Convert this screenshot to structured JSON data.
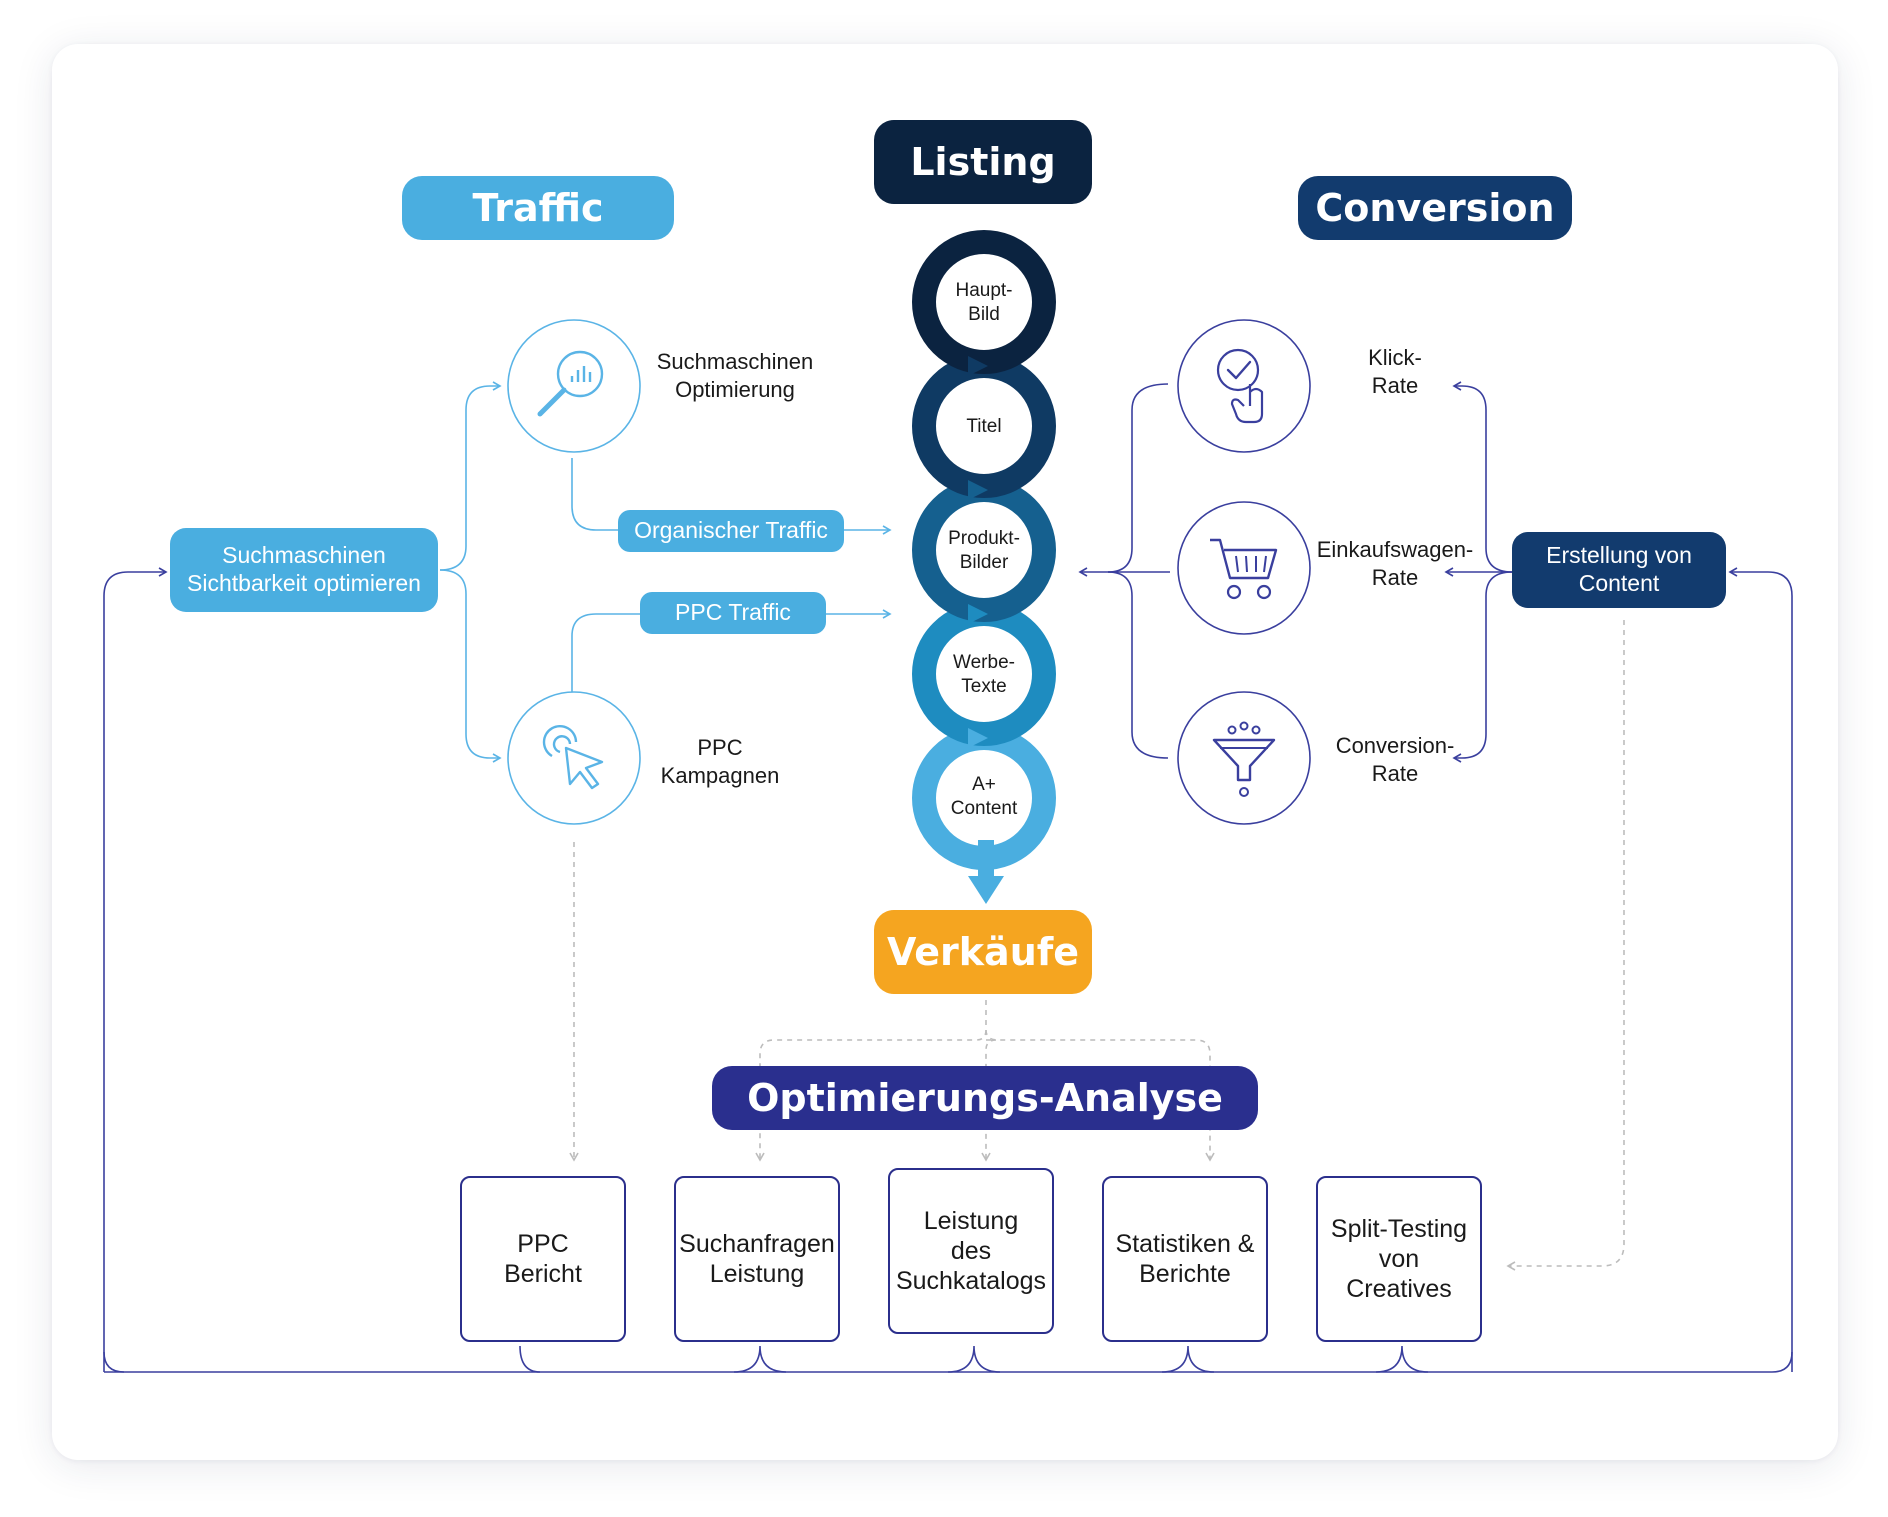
{
  "colors": {
    "light_blue": "#4aaee0",
    "navy": "#0f3a6e",
    "dark_navy": "#0b2340",
    "orange": "#f5a520",
    "indigo": "#2a2f8e",
    "line_blue": "#5ab4e6",
    "line_indigo": "#3a3f9e"
  },
  "headers": {
    "listing": "Listing",
    "traffic": "Traffic",
    "conversion": "Conversion",
    "sales": "Verkäufe",
    "analysis": "Optimierungs-Analyse"
  },
  "listing_chain": [
    {
      "label": "Haupt-\nBild",
      "color": "#0b2340"
    },
    {
      "label": "Titel",
      "color": "#0f3a63"
    },
    {
      "label": "Produkt-\nBilder",
      "color": "#15608f"
    },
    {
      "label": "Werbe-\nTexte",
      "color": "#1e8cc0"
    },
    {
      "label": "A+\nContent",
      "color": "#4aaee0"
    }
  ],
  "traffic": {
    "source_button": "Suchmaschinen\nSichtbarkeit optimieren",
    "seo_label": "Suchmaschinen\nOptimierung",
    "seo_icon": "search-analytics-icon",
    "ppc_label": "PPC\nKampagnen",
    "ppc_icon": "cursor-click-icon",
    "organic_pill": "Organischer Traffic",
    "ppc_pill": "PPC Traffic"
  },
  "conversion": {
    "source_button": "Erstellung von\nContent",
    "items": [
      {
        "label": "Klick-\nRate",
        "icon": "touch-check-icon"
      },
      {
        "label": "Einkaufswagen-\nRate",
        "icon": "shopping-cart-icon"
      },
      {
        "label": "Conversion-\nRate",
        "icon": "funnel-icon"
      }
    ]
  },
  "analysis_boxes": [
    "PPC\nBericht",
    "Suchanfragen\nLeistung",
    "Leistung\ndes\nSuchkatalogs",
    "Statistiken &\nBerichte",
    "Split-Testing\nvon\nCreatives"
  ]
}
